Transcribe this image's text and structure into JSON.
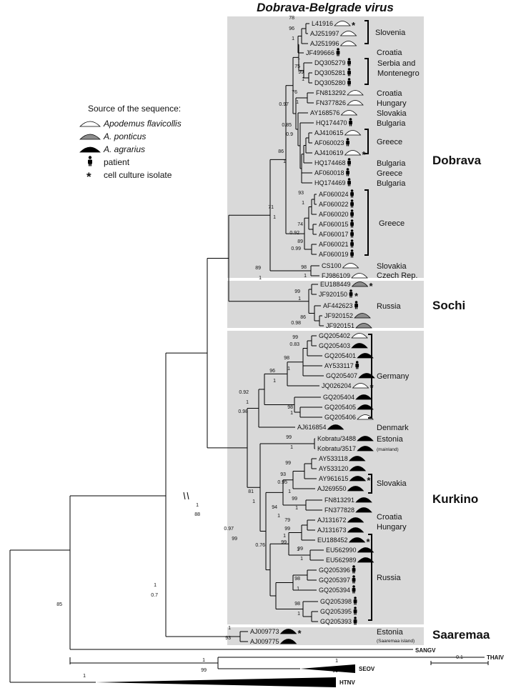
{
  "title": "Dobrava-Belgrade virus",
  "legend": {
    "title": "Source of the sequence:",
    "items": [
      {
        "label": "Apodemus flavicollis",
        "icon": "open-mound-icon",
        "italic": true
      },
      {
        "label": "A. ponticus",
        "icon": "gray-mound-icon",
        "italic": true
      },
      {
        "label": "A. agrarius",
        "icon": "black-mound-icon",
        "italic": true
      },
      {
        "label": "patient",
        "icon": "patient-icon",
        "italic": false
      },
      {
        "label": "cell culture isolate",
        "icon": "asterisk-icon",
        "italic": false
      }
    ]
  },
  "clades": [
    "Dobrava",
    "Sochi",
    "Kurkino",
    "Saaremaa"
  ],
  "leaves": [
    {
      "label": "L41916",
      "icon": "f",
      "star": true
    },
    {
      "label": "AJ251997",
      "icon": "f"
    },
    {
      "label": "AJ251996",
      "icon": "f"
    },
    {
      "label": "JF499666",
      "icon": "p"
    },
    {
      "label": "DQ305279",
      "icon": "p"
    },
    {
      "label": "DQ305281",
      "icon": "p"
    },
    {
      "label": "DQ305280",
      "icon": "p"
    },
    {
      "label": "FN813292",
      "icon": "f"
    },
    {
      "label": "FN377826",
      "icon": "f"
    },
    {
      "label": "AY168576",
      "icon": "f"
    },
    {
      "label": "HQ174470",
      "icon": "p"
    },
    {
      "label": "AJ410615",
      "icon": "f"
    },
    {
      "label": "AF060023",
      "icon": "p"
    },
    {
      "label": "AJ410619",
      "icon": "f",
      "star": true
    },
    {
      "label": "HQ174468",
      "icon": "p"
    },
    {
      "label": "AF060018",
      "icon": "p"
    },
    {
      "label": "HQ174469",
      "icon": "p"
    },
    {
      "label": "AF060024",
      "icon": "p"
    },
    {
      "label": "AF060022",
      "icon": "p"
    },
    {
      "label": "AF060020",
      "icon": "p"
    },
    {
      "label": "AF060015",
      "icon": "p"
    },
    {
      "label": "AF060017",
      "icon": "p"
    },
    {
      "label": "AF060021",
      "icon": "p"
    },
    {
      "label": "AF060019",
      "icon": "p"
    },
    {
      "label": "CS100",
      "icon": "f"
    },
    {
      "label": "FJ986109",
      "icon": "f"
    },
    {
      "label": "EU188449",
      "icon": "g",
      "star": true
    },
    {
      "label": "JF920150",
      "icon": "p",
      "star": true
    },
    {
      "label": "AF442623",
      "icon": "p"
    },
    {
      "label": "JF920152",
      "icon": "g"
    },
    {
      "label": "JF920151",
      "icon": "g"
    },
    {
      "label": "GQ205402",
      "icon": "f"
    },
    {
      "label": "GQ205403",
      "icon": "a"
    },
    {
      "label": "GQ205401",
      "icon": "a"
    },
    {
      "label": "AY533117",
      "icon": "p"
    },
    {
      "label": "GQ205407",
      "icon": "a"
    },
    {
      "label": "JQ026204",
      "icon": "f",
      "star": true
    },
    {
      "label": "GQ205404",
      "icon": "a"
    },
    {
      "label": "GQ205405",
      "icon": "a"
    },
    {
      "label": "GQ205406",
      "icon": "f"
    },
    {
      "label": "AJ616854",
      "icon": "a"
    },
    {
      "label": "Kobratu/3488",
      "icon": "a"
    },
    {
      "label": "Kobratu/3517",
      "icon": "a"
    },
    {
      "label": "AY533118",
      "icon": "a"
    },
    {
      "label": "AY533120",
      "icon": "a"
    },
    {
      "label": "AY961615",
      "icon": "a",
      "star": true
    },
    {
      "label": "AJ269550",
      "icon": "a"
    },
    {
      "label": "FN813291",
      "icon": "a"
    },
    {
      "label": "FN377828",
      "icon": "a"
    },
    {
      "label": "AJ131672",
      "icon": "a"
    },
    {
      "label": "AJ131673",
      "icon": "a"
    },
    {
      "label": "EU188452",
      "icon": "a",
      "star": true
    },
    {
      "label": "EU562990",
      "icon": "a"
    },
    {
      "label": "EU562989",
      "icon": "a"
    },
    {
      "label": "GQ205396",
      "icon": "p"
    },
    {
      "label": "GQ205397",
      "icon": "p"
    },
    {
      "label": "GQ205394",
      "icon": "p"
    },
    {
      "label": "GQ205398",
      "icon": "p"
    },
    {
      "label": "GQ205395",
      "icon": "p"
    },
    {
      "label": "GQ205393",
      "icon": "p"
    },
    {
      "label": "AJ009773",
      "icon": "a",
      "star": true
    },
    {
      "label": "AJ009775",
      "icon": "a"
    }
  ],
  "countries": [
    {
      "label": "Slovenia"
    },
    {
      "label": "Croatia"
    },
    {
      "label": "Serbia and"
    },
    {
      "label": "Montenegro"
    },
    {
      "label": "Croatia"
    },
    {
      "label": "Hungary"
    },
    {
      "label": "Slovakia"
    },
    {
      "label": "Bulgaria"
    },
    {
      "label": "Greece"
    },
    {
      "label": "Bulgaria"
    },
    {
      "label": "Greece"
    },
    {
      "label": "Bulgaria"
    },
    {
      "label": "Greece"
    },
    {
      "label": "Slovakia"
    },
    {
      "label": "Czech Rep."
    },
    {
      "label": "Russia"
    },
    {
      "label": "Germany"
    },
    {
      "label": "Denmark"
    },
    {
      "label": "Estonia"
    },
    {
      "label": "(mainland)"
    },
    {
      "label": "Slovakia"
    },
    {
      "label": "Croatia"
    },
    {
      "label": "Hungary"
    },
    {
      "label": "Russia"
    },
    {
      "label": "Estonia"
    },
    {
      "label": "(Saaremaa island)"
    }
  ],
  "support_labels": [
    "96",
    "1",
    "78",
    "1",
    "75",
    "99",
    "1",
    "76",
    "1",
    "0.97",
    "0.85",
    "0.9",
    "86",
    "1",
    "93",
    "1",
    "74",
    "0.92",
    "89",
    "0.99",
    "71",
    "1",
    "98",
    "1",
    "89",
    "1",
    "99",
    "1",
    "86",
    "0.98",
    "99",
    "0.83",
    "98",
    "1",
    "96",
    "1",
    "0.92",
    "1",
    "98",
    "1",
    "0.98",
    "99",
    "1",
    "93",
    "99",
    "0.95",
    "1",
    "94",
    "1",
    "99",
    "1",
    "81",
    "1",
    "79",
    "99",
    "1",
    "99",
    "1",
    "0.76",
    "99",
    "1",
    "98",
    "1",
    "98",
    "1",
    "0.97",
    "99",
    "1",
    "88",
    "1",
    "0.7",
    "85",
    "1",
    "93",
    "1",
    "99",
    "1",
    "99",
    "1"
  ],
  "outgroups": [
    {
      "label": "SANGV"
    },
    {
      "label": "THAIV"
    },
    {
      "label": "SEOV"
    },
    {
      "label": "HTNV"
    }
  ],
  "scale_bar": {
    "label": "0.1"
  }
}
